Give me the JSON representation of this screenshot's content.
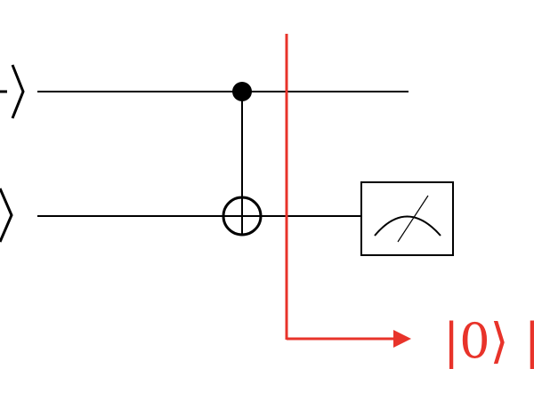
{
  "diagram": {
    "type": "quantum-circuit",
    "qubits": [
      {
        "label": "⟩"
      },
      {
        "label": "⟩"
      }
    ],
    "gates": [
      {
        "type": "cnot",
        "control": 0,
        "target": 1
      },
      {
        "type": "measurement",
        "qubit": 1
      }
    ],
    "output_state": {
      "label": "|0⟩ |"
    },
    "colors": {
      "wire": "#000000",
      "annotation": "#e8332a"
    }
  }
}
